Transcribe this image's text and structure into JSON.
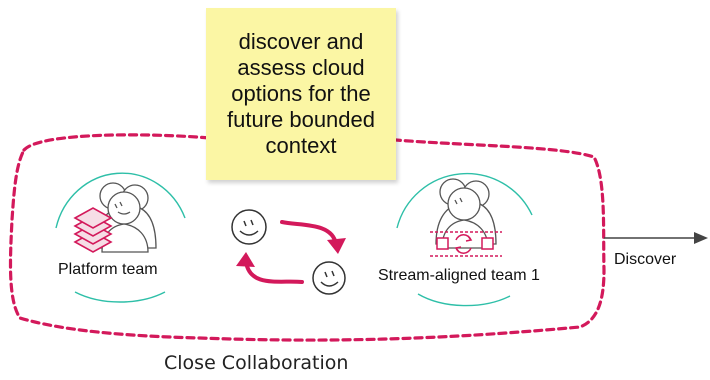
{
  "sticky_note": {
    "text": "discover and\nassess cloud\noptions for the\nfuture bounded\ncontext"
  },
  "teams": {
    "platform": {
      "label": "Platform team"
    },
    "stream_aligned": {
      "label": "Stream-aligned team 1"
    }
  },
  "interaction": {
    "label": "Close Collaboration"
  },
  "outgoing": {
    "label": "Discover"
  },
  "colors": {
    "boundary": "#d3195b",
    "cycle_arrows": "#d3195b",
    "team_arc": "#2ebfa8",
    "sticky": "#fbf6a4",
    "outline": "#555555"
  },
  "icons": {
    "platform_team": "platform-stack-icon",
    "stream_team": "stream-flow-icon",
    "collaboration": "smiley-face-icon"
  }
}
